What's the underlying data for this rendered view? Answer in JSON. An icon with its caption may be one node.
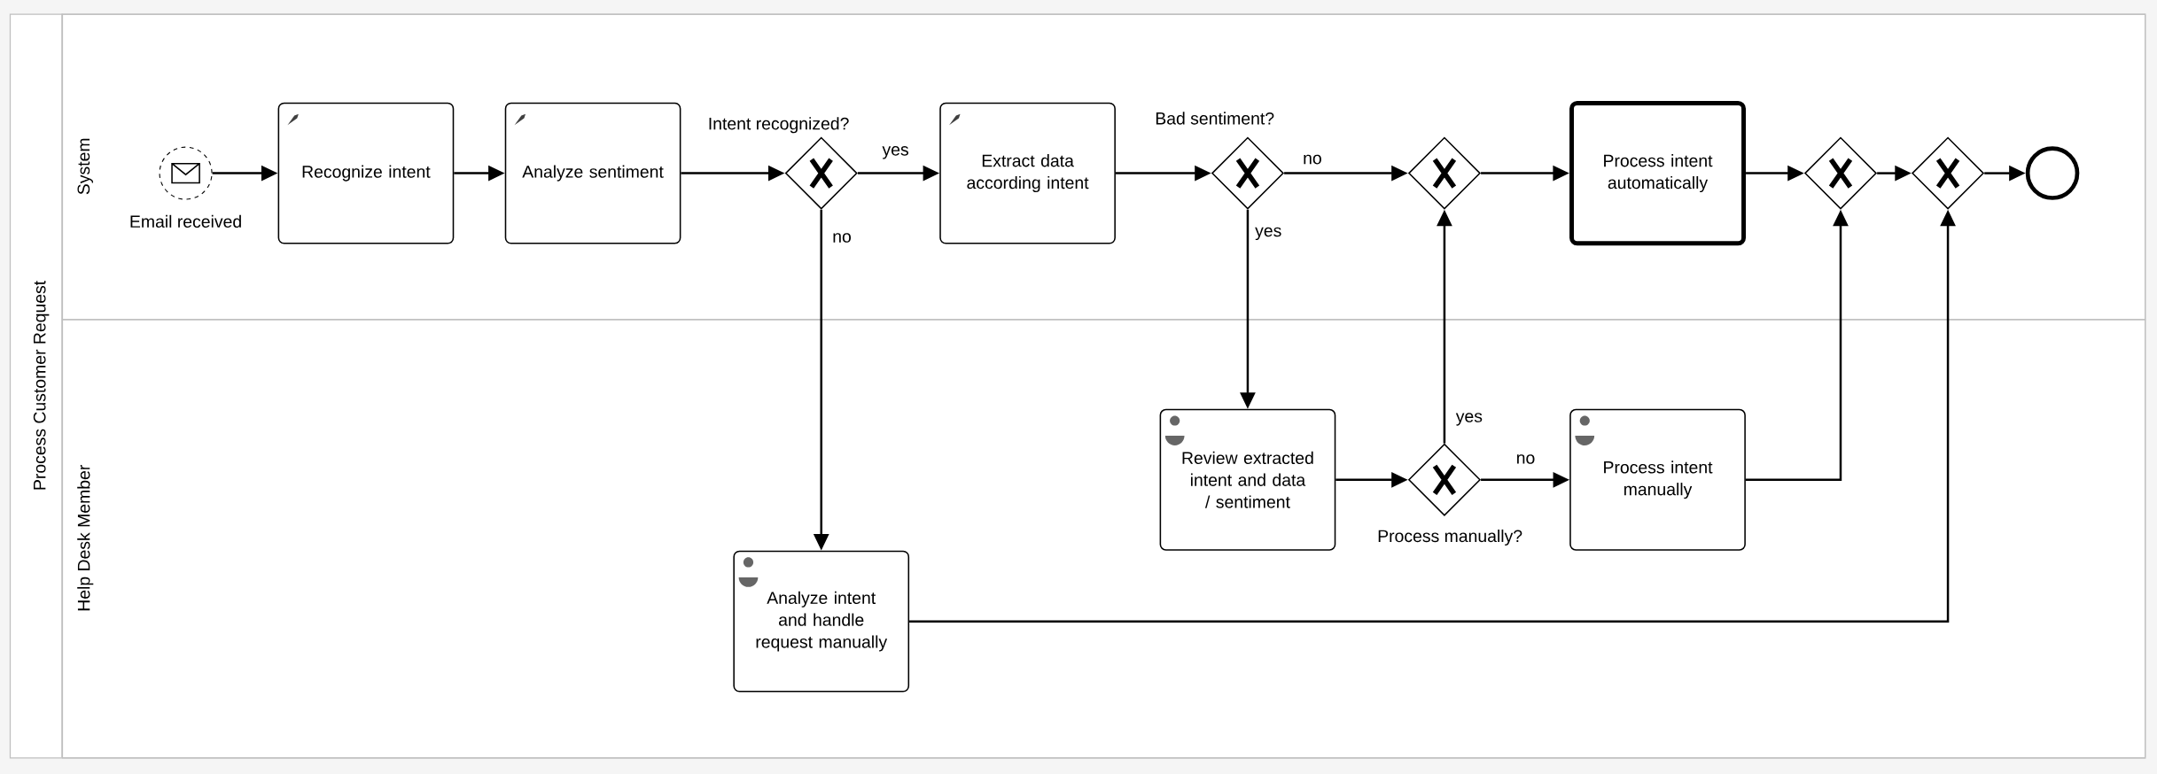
{
  "diagram": {
    "nodes": [
      {
        "text": [
          "Process Customer Request"
        ]
      },
      {
        "text": [
          "System"
        ],
        "in": 0
      },
      {
        "text": [
          "Help Desk Member"
        ],
        "in": 0
      },
      {
        "text": [
          "Email received"
        ],
        "in": 1
      },
      {
        "text": [
          "Recognize intent"
        ],
        "in": 1
      },
      {
        "text": [
          "Analyze sentiment"
        ],
        "in": 1
      },
      {
        "text": [
          "Intent recognized?"
        ],
        "in": 1
      },
      {
        "text": [
          "Extract data according intent"
        ],
        "in": 1
      },
      {
        "text": [
          "Bad sentiment?"
        ],
        "in": 1
      },
      {
        "text": [],
        "shape": "diamond",
        "in": 1
      },
      {
        "text": [
          "Process intent automatically"
        ],
        "in": 1
      },
      {
        "text": [],
        "shape": "diamond",
        "in": 1
      },
      {
        "text": [],
        "shape": "diamond",
        "in": 1
      },
      {
        "text": [],
        "shape": "circle",
        "in": 1
      },
      {
        "text": [
          "Review extracted intent and data / sentiment"
        ],
        "in": 2
      },
      {
        "text": [
          "Process manually?"
        ],
        "in": 2
      },
      {
        "text": [
          "Process intent manually"
        ],
        "in": 2
      },
      {
        "text": [
          "Analyze intent and handle request manually"
        ],
        "in": 2
      }
    ],
    "edges": [
      {
        "from": 3,
        "to": 4,
        "arrow": "to"
      },
      {
        "from": 4,
        "to": 5,
        "arrow": "to"
      },
      {
        "from": 5,
        "to": 6,
        "arrow": "to"
      },
      {
        "from": 6,
        "to": 7,
        "arrow": "to",
        "label": "yes"
      },
      {
        "from": 6,
        "to": 17,
        "arrow": "to",
        "label": "no"
      },
      {
        "from": 7,
        "to": 8,
        "arrow": "to"
      },
      {
        "from": 8,
        "to": 9,
        "arrow": "to",
        "label": "no"
      },
      {
        "from": 8,
        "to": 14,
        "arrow": "to",
        "label": "yes"
      },
      {
        "from": 9,
        "to": 10,
        "arrow": "to"
      },
      {
        "from": 10,
        "to": 11,
        "arrow": "to"
      },
      {
        "from": 11,
        "to": 12,
        "arrow": "to"
      },
      {
        "from": 12,
        "to": 13,
        "arrow": "to"
      },
      {
        "from": 14,
        "to": 15,
        "arrow": "to"
      },
      {
        "from": 15,
        "to": 9,
        "arrow": "to",
        "label": "yes"
      },
      {
        "from": 15,
        "to": 16,
        "arrow": "to",
        "label": "no"
      },
      {
        "from": 16,
        "to": 11,
        "arrow": "to"
      },
      {
        "from": 17,
        "to": 12,
        "arrow": "to"
      }
    ]
  }
}
